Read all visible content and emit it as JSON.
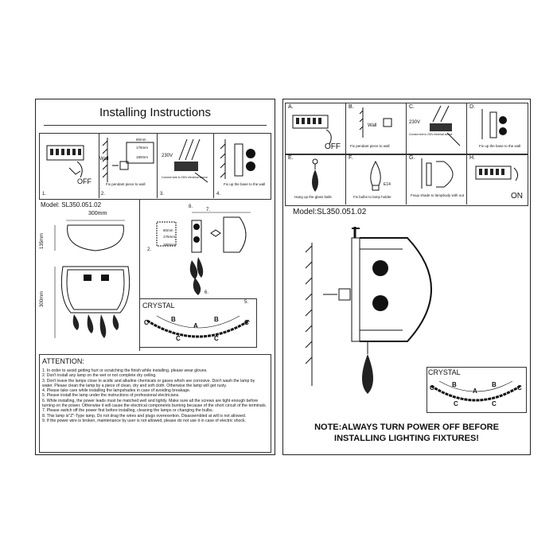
{
  "left": {
    "title": "Installing Instructions",
    "steps": [
      {
        "number": "1.",
        "label": "OFF"
      },
      {
        "number": "2.",
        "wall": "Wall",
        "caption": "Fix pendant piece to wall",
        "dim1": "80mm",
        "dim2": "175mm",
        "dim3": "180mm"
      },
      {
        "number": "3.",
        "voltage": "230V",
        "caption": "Connect wire to 230V electrical source"
      },
      {
        "number": "4.",
        "caption": "Fix up the base to the wall"
      }
    ],
    "model": "Model: SL350.051.02",
    "dim_width": "300mm",
    "dim_depth": "135mm",
    "dim_height": "300mm",
    "side_labels": [
      "8.",
      "7.",
      "6.",
      "5.",
      "2."
    ],
    "side_dims": [
      "80mm",
      "175mm",
      "180mm"
    ],
    "crystal": {
      "title": "CRYSTAL",
      "step": "5.",
      "labels": [
        "C",
        "B",
        "A",
        "B",
        "C",
        "C",
        "C"
      ]
    },
    "attention": {
      "title": "ATTENTION:",
      "items": [
        "1. In order to avoid getting hurt or scratching the finish while installing, please wear gloves.",
        "2. Don't install any lamp on the wet or not complete dry ceiling.",
        "3. Don't leave the lamps close to acidic and alkaline chemicals or gases which are corrosive. Don't wash the lamp by water. Please clean the lamp by a piece of clean, dry and soft cloth. Otherwise the lamp will get rusty.",
        "4. Please take care while installing the lampshades in case of avoiding breakage.",
        "5. Please install the lamp under the instructions of professional electricians.",
        "6. While installing, the power leads must be matched well and tightly. Make sure all the screws are tight enough before turning on the power. Otherwise it will cause the electrical components burning because of the short circuit of the terminals.",
        "7. Please switch off the power first before installing, cleaning the lamps or changing the bulbs.",
        "8. This lamp is\"Z\"-Type lamp, Do not drag the wires and plugs overexertion. Disassembled at will is not allowed.",
        "9. If the power wire is broken, maintenance by user is not allowed, please do not use it in case of electric shock."
      ]
    }
  },
  "right": {
    "steps": [
      {
        "letter": "A.",
        "caption": "OFF"
      },
      {
        "letter": "B.",
        "wall": "Wall",
        "caption": "Fix pendant piece to wall"
      },
      {
        "letter": "C.",
        "voltage": "230V",
        "caption": "Connect wire to 230V electrical source"
      },
      {
        "letter": "D.",
        "caption": "Fix up the base to the wall"
      },
      {
        "letter": "E.",
        "caption": "Hang up the glass balls"
      },
      {
        "letter": "F.",
        "bulb": "E14",
        "caption": "Fix bulbs to lamp holder"
      },
      {
        "letter": "G.",
        "caption": "Fixup shade to lampbody with out"
      },
      {
        "letter": "H.",
        "caption": "ON"
      }
    ],
    "model": "Model:SL350.051.02",
    "crystal": {
      "title": "CRYSTAL",
      "labels": [
        "C",
        "B",
        "A",
        "B",
        "C",
        "C",
        "C"
      ]
    },
    "note_line1": "NOTE:ALWAYS TURN POWER OFF BEFORE",
    "note_line2": "INSTALLING LIGHTING FIXTURES!"
  }
}
